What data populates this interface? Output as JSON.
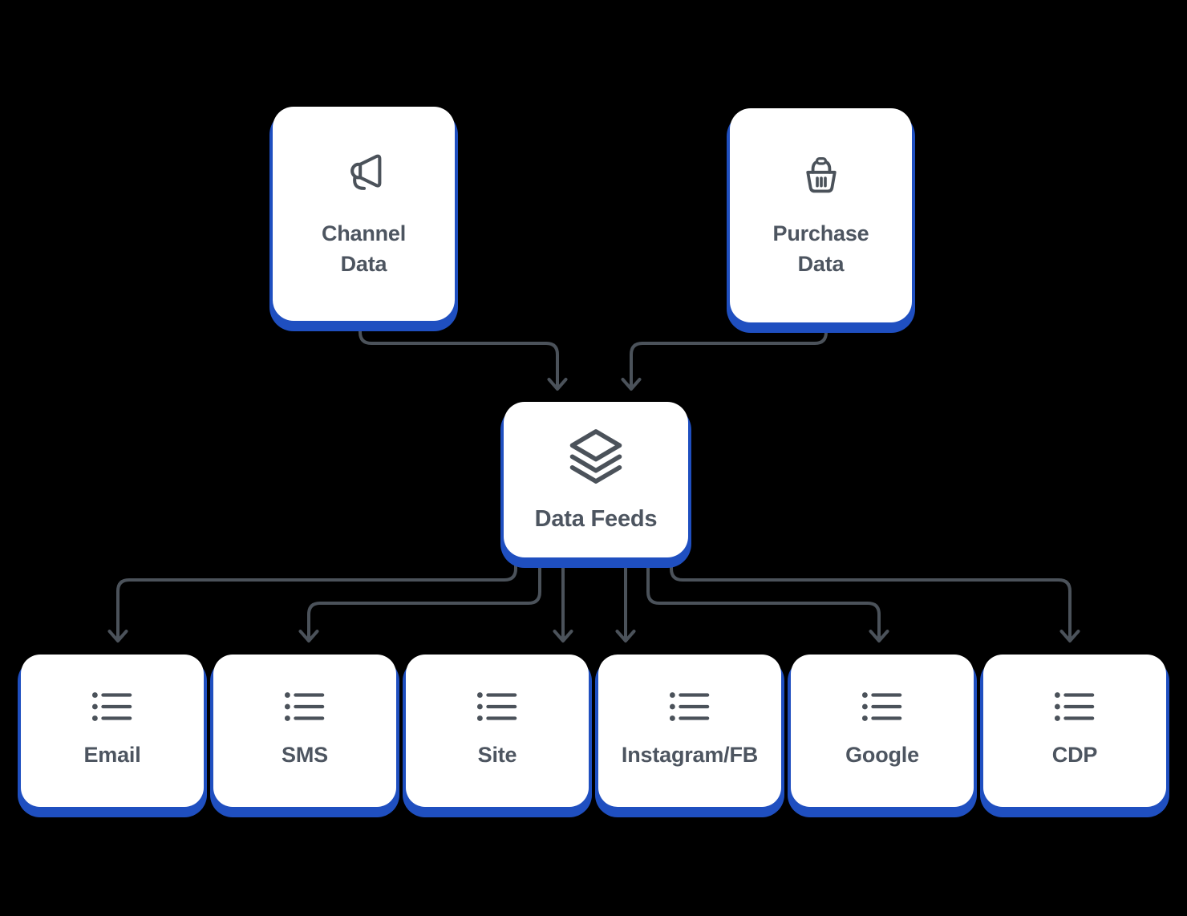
{
  "diagram": {
    "background": "#000000",
    "card_background": "#ffffff",
    "shadow_color": "#1f4fc0",
    "line_color": "#4b525a",
    "text_color": "#4d5560"
  },
  "nodes": {
    "channel": {
      "label": "Channel Data",
      "icon": "megaphone-icon"
    },
    "purchase": {
      "label": "Purchase Data",
      "icon": "basket-icon"
    },
    "feeds": {
      "label": "Data Feeds",
      "icon": "layers-icon"
    },
    "outputs": [
      {
        "label": "Email",
        "icon": "list-icon"
      },
      {
        "label": "SMS",
        "icon": "list-icon"
      },
      {
        "label": "Site",
        "icon": "list-icon"
      },
      {
        "label": "Instagram/FB",
        "icon": "list-icon"
      },
      {
        "label": "Google",
        "icon": "list-icon"
      },
      {
        "label": "CDP",
        "icon": "list-icon"
      }
    ]
  },
  "edges": [
    {
      "from": "Channel Data",
      "to": "Data Feeds"
    },
    {
      "from": "Purchase Data",
      "to": "Data Feeds"
    },
    {
      "from": "Data Feeds",
      "to": "Email"
    },
    {
      "from": "Data Feeds",
      "to": "SMS"
    },
    {
      "from": "Data Feeds",
      "to": "Site"
    },
    {
      "from": "Data Feeds",
      "to": "Instagram/FB"
    },
    {
      "from": "Data Feeds",
      "to": "Google"
    },
    {
      "from": "Data Feeds",
      "to": "CDP"
    }
  ]
}
